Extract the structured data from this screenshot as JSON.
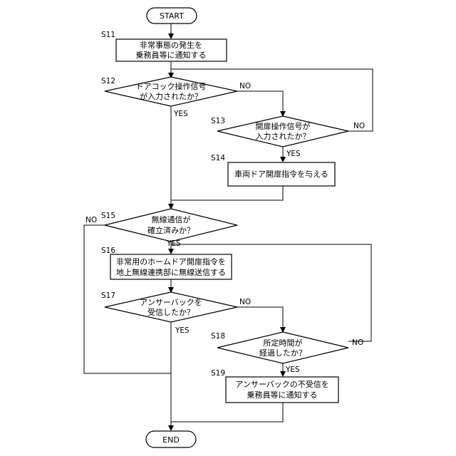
{
  "terminals": {
    "start": "START",
    "end": "END"
  },
  "steps": {
    "s11": {
      "id": "S11",
      "lines": [
        "非常事態の発生を",
        "乗務員等に通知する"
      ]
    },
    "s12": {
      "id": "S12",
      "lines": [
        "ドアコック操作信号",
        "が入力されたか？"
      ]
    },
    "s13": {
      "id": "S13",
      "lines": [
        "開扉操作信号が",
        "入力されたか？"
      ]
    },
    "s14": {
      "id": "S14",
      "lines": [
        "車両ドア開扉指令を与える"
      ]
    },
    "s15": {
      "id": "S15",
      "lines": [
        "無線通信が",
        "確立済みか？"
      ]
    },
    "s16": {
      "id": "S16",
      "lines": [
        "非常用のホームドア開扉指令を",
        "地上無線連携部に無線送信する"
      ]
    },
    "s17": {
      "id": "S17",
      "lines": [
        "アンサーバックを",
        "受信したか？"
      ]
    },
    "s18": {
      "id": "S18",
      "lines": [
        "所定時間が",
        "経過したか？"
      ]
    },
    "s19": {
      "id": "S19",
      "lines": [
        "アンサーバックの不受信を",
        "乗務員等に通知する"
      ]
    }
  },
  "branches": {
    "yes": "YES",
    "no": "NO"
  }
}
